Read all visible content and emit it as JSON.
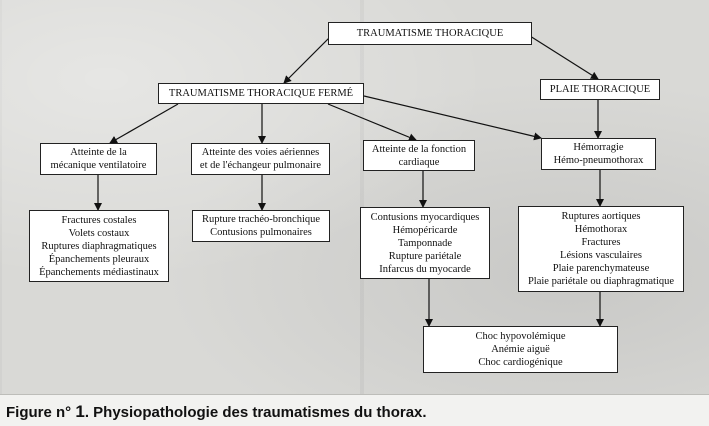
{
  "diagram": {
    "root": [
      "TRAUMATISME THORACIQUE"
    ],
    "closed": [
      "TRAUMATISME THORACIQUE FERMÉ"
    ],
    "open": [
      "PLAIE THORACIQUE"
    ],
    "meca": [
      "Atteinte de la",
      "mécanique ventilatoire"
    ],
    "airway": [
      "Atteinte des voies aériennes",
      "et de l'échangeur pulmonaire"
    ],
    "cardiac": [
      "Atteinte de la fonction",
      "cardiaque"
    ],
    "hemo": [
      "Hémorragie",
      "Hémo-pneumothorax"
    ],
    "meca_list": [
      "Fractures costales",
      "Volets costaux",
      "Ruptures diaphragmatiques",
      "Épanchements pleuraux",
      "Épanchements médiastinaux"
    ],
    "airway_list": [
      "Rupture trachéo-bronchique",
      "Contusions pulmonaires"
    ],
    "cardiac_list": [
      "Contusions myocardiques",
      "Hémopéricarde",
      "Tamponnade",
      "Rupture pariétale",
      "Infarcus du myocarde"
    ],
    "hemo_list": [
      "Ruptures aortiques",
      "Hémothorax",
      "Fractures",
      "Lésions vasculaires",
      "Plaie parenchymateuse",
      "Plaie pariétale ou diaphragmatique"
    ],
    "shock": [
      "Choc hypovolémique",
      "Anémie aiguë",
      "Choc cardiogénique"
    ]
  },
  "caption": {
    "prefix": "Figure n°",
    "number": "1",
    "text": ". Physiopathologie des traumatismes du thorax."
  }
}
